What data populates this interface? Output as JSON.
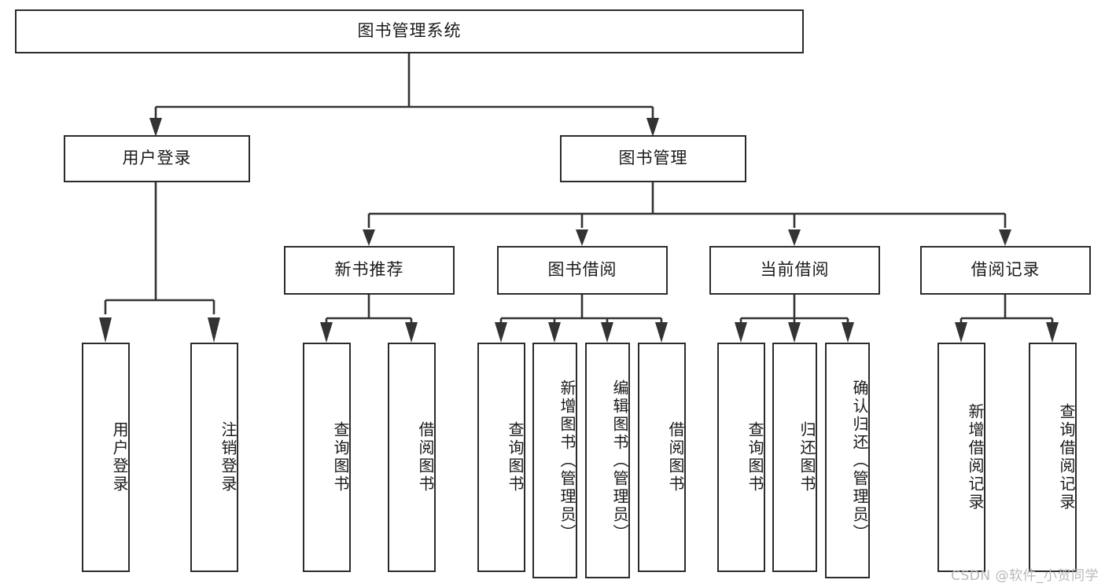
{
  "diagram": {
    "title": "图书管理系统",
    "type": "tree",
    "watermark": "CSDN @软件_小贺同学",
    "colors": {
      "box_border": "#2b2b2b",
      "box_fill": "#ffffff",
      "connector": "#333333",
      "background": "#ffffff",
      "watermark": "#b9b9b9"
    },
    "root": {
      "label": "图书管理系统"
    },
    "level2": [
      {
        "label": "用户登录"
      },
      {
        "label": "图书管理"
      }
    ],
    "level3": [
      {
        "label": "新书推荐"
      },
      {
        "label": "图书借阅"
      },
      {
        "label": "当前借阅"
      },
      {
        "label": "借阅记录"
      }
    ],
    "leaves": {
      "user_login": [
        {
          "label": "用户登录"
        },
        {
          "label": "注销登录"
        }
      ],
      "new_book_recommend": [
        {
          "label": "查询图书"
        },
        {
          "label": "借阅图书"
        }
      ],
      "book_borrow": [
        {
          "label": "查询图书"
        },
        {
          "label": "新增图书（管理员）"
        },
        {
          "label": "编辑图书（管理员）"
        },
        {
          "label": "借阅图书"
        }
      ],
      "current_borrow": [
        {
          "label": "查询图书"
        },
        {
          "label": "归还图书"
        },
        {
          "label": "确认归还（管理员）"
        }
      ],
      "borrow_record": [
        {
          "label": "新增借阅记录"
        },
        {
          "label": "查询借阅记录"
        }
      ]
    }
  }
}
